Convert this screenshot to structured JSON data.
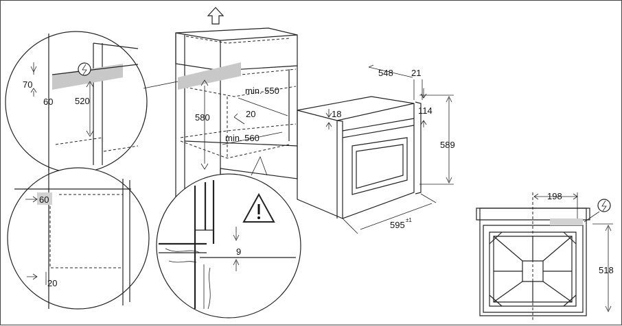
{
  "labels": {
    "d70": "70",
    "d60_top": "60",
    "d520": "520",
    "d580": "580",
    "min550": "min. 550",
    "d20_mid": "20",
    "min560": "min. 560",
    "d548": "548",
    "d21": "21",
    "d18": "18",
    "d114": "114",
    "d589": "589",
    "d595": "595",
    "d595_sup": "±1",
    "d60_bottom": "60",
    "d20_bottom": "20",
    "d9": "9",
    "d198": "198",
    "d518": "518"
  },
  "icons": {
    "power": "electric-power-icon",
    "warning": "warning-triangle-icon",
    "arrow_up": "arrow-up-icon"
  }
}
